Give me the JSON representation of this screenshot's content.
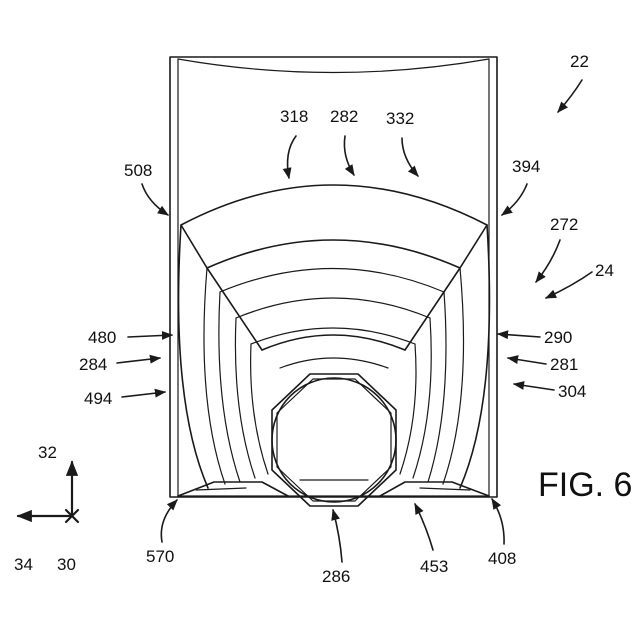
{
  "figure_label": "FIG. 6",
  "refs": {
    "r22": "22",
    "r318": "318",
    "r282": "282",
    "r332": "332",
    "r508": "508",
    "r394": "394",
    "r272": "272",
    "r24": "24",
    "r480": "480",
    "r284": "284",
    "r494": "494",
    "r290": "290",
    "r281": "281",
    "r304": "304",
    "r32": "32",
    "r34": "34",
    "r30": "30",
    "r570": "570",
    "r286": "286",
    "r453": "453",
    "r408": "408"
  }
}
